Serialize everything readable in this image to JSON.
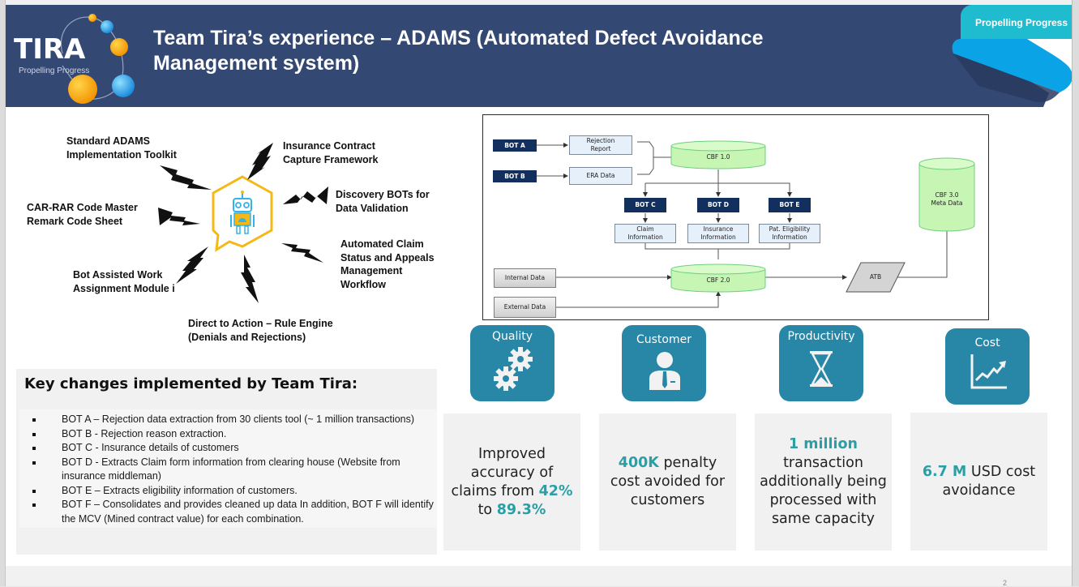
{
  "header": {
    "title_line1": "Team Tira’s experience – ADAMS (Automated Defect Avoidance",
    "title_line2": "Management system)",
    "logo_text": "TIRA",
    "logo_tagline": "Propelling Progress",
    "brand_tab": "Propelling Progress"
  },
  "features": {
    "center_icon": "robot-icon",
    "items": [
      {
        "line1": "Standard ADAMS",
        "line2": "Implementation  Toolkit"
      },
      {
        "line1": "Insurance Contract",
        "line2": "Capture Framework"
      },
      {
        "line1": "Discovery BOTs for",
        "line2": "Data Validation"
      },
      {
        "line1": "Automated Claim",
        "line2": "Status and Appeals",
        "line3": "Management",
        "line4": "Workflow"
      },
      {
        "line1": "Direct to Action – Rule Engine",
        "line2": "(Denials and Rejections)"
      },
      {
        "line1": "Bot Assisted  Work",
        "line2": "Assignment  Module  i"
      },
      {
        "line1": "CAR-RAR Code Master",
        "line2": "Remark Code Sheet"
      }
    ]
  },
  "flow": {
    "bot_a": "BOT A",
    "bot_b": "BOT B",
    "bot_c": "BOT C",
    "bot_d": "BOT D",
    "bot_e": "BOT E",
    "rejection_report_1": "Rejection",
    "rejection_report_2": "Report",
    "era_data": "ERA Data",
    "cbf1": "CBF 1.0",
    "cbf2": "CBF 2.0",
    "cbf3_1": "CBF 3.0",
    "cbf3_2": "Meta Data",
    "claim_info_1": "Claim",
    "claim_info_2": "Information",
    "ins_info_1": "Insurance",
    "ins_info_2": "Information",
    "elig_info_1": "Pat. Eligibility",
    "elig_info_2": "Information",
    "internal_data": "Internal Data",
    "external_data": "External Data",
    "atb": "ATB"
  },
  "key_changes": {
    "title": "Key changes implemented by Team Tira:",
    "items": [
      "BOT A – Rejection data extraction from 30 clients tool (~ 1 million transactions)",
      "BOT B  - Rejection reason extraction.",
      "BOT C  - Insurance details of customers",
      "BOT D  - Extracts Claim form information from clearing house (Website from insurance middleman)",
      "BOT E – Extracts eligibility information of customers.",
      "BOT F – Consolidates and provides cleaned up data  In addition, BOT F will identify the MCV (Mined contract value) for each combination."
    ]
  },
  "metrics": [
    {
      "label": "Quality",
      "icon": "gears-icon",
      "pre": "Improved accuracy of claims from ",
      "hl1": "42%",
      "mid": " to ",
      "hl2": "89.3%"
    },
    {
      "label": "Customer",
      "icon": "businessman-icon",
      "hl1": "400K",
      "post": " penalty cost avoided for customers"
    },
    {
      "label": "Productivity",
      "icon": "hourglass-icon",
      "hl1": "1 million",
      "post": " transaction additionally being processed with same capacity"
    },
    {
      "label": "Cost",
      "icon": "growth-chart-icon",
      "hl1": "6.7 M",
      "post": " USD cost avoidance"
    }
  ],
  "colors": {
    "header_bg": "#334872",
    "brand_tab": "#1fbccf",
    "tile": "#2886a6",
    "highlight": "#2a9fa6",
    "bot_box": "#132f5e",
    "cylinder": "#bff0a8"
  },
  "footer": {
    "page_number": "2"
  }
}
